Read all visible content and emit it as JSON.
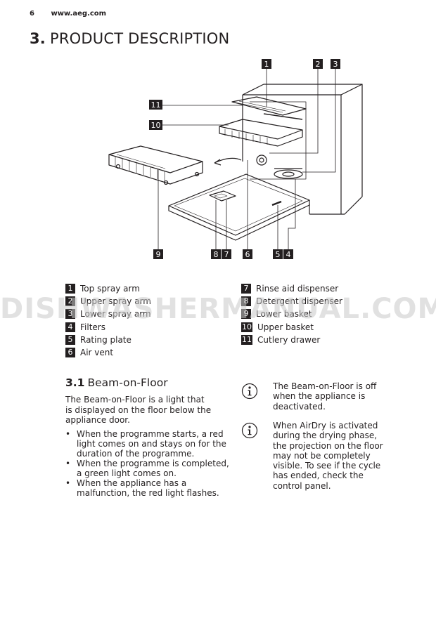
{
  "header": {
    "page_number": "6",
    "site": "www.aeg.com"
  },
  "section": {
    "number": "3.",
    "title": "PRODUCT DESCRIPTION"
  },
  "callouts": [
    "1",
    "2",
    "3",
    "11",
    "10",
    "9",
    "8",
    "7",
    "6",
    "5",
    "4"
  ],
  "legend_left": [
    {
      "num": "1",
      "label": "Top spray arm"
    },
    {
      "num": "2",
      "label": "Upper spray arm"
    },
    {
      "num": "3",
      "label": "Lower spray arm"
    },
    {
      "num": "4",
      "label": "Filters"
    },
    {
      "num": "5",
      "label": "Rating plate"
    },
    {
      "num": "6",
      "label": "Air vent"
    }
  ],
  "legend_right": [
    {
      "num": "7",
      "label": "Rinse aid dispenser"
    },
    {
      "num": "8",
      "label": "Detergent dispenser"
    },
    {
      "num": "9",
      "label": "Lower basket"
    },
    {
      "num": "10",
      "label": "Upper basket"
    },
    {
      "num": "11",
      "label": "Cutlery drawer"
    }
  ],
  "watermark": "DISHWASHERMANUAL.COM",
  "subsection": {
    "number": "3.1",
    "title": "Beam-on-Floor"
  },
  "intro": "The Beam-on-Floor is a light that is displayed on the floor below the appliance door.",
  "bullets": [
    "When the programme starts, a red light comes on and stays on for the duration of the programme.",
    "When the programme is completed, a green light comes on.",
    "When the appliance has a malfunction, the red light flashes."
  ],
  "notes": [
    "The Beam-on-Floor is off when the appliance is deactivated.",
    "When AirDry is activated during the drying phase, the projection on the floor may not be completely visible. To see if the cycle has ended, check the control panel."
  ]
}
